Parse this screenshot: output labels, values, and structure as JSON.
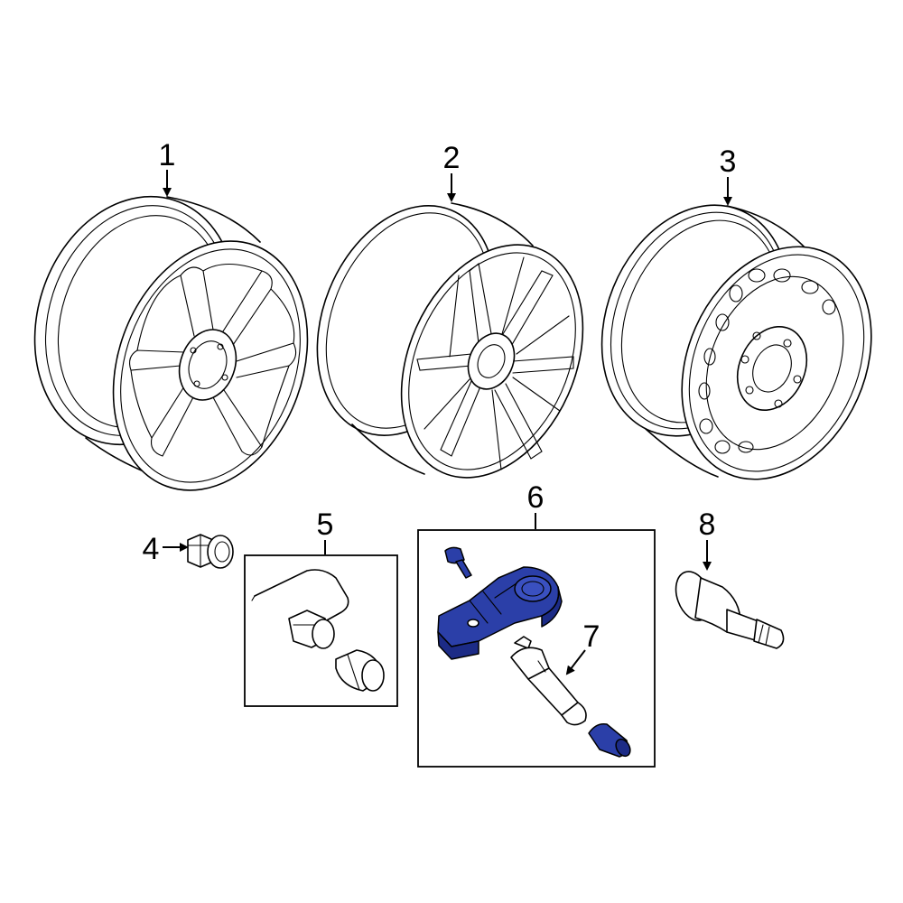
{
  "diagram": {
    "callouts": [
      {
        "id": "1",
        "label": "1"
      },
      {
        "id": "2",
        "label": "2"
      },
      {
        "id": "3",
        "label": "3"
      },
      {
        "id": "4",
        "label": "4"
      },
      {
        "id": "5",
        "label": "5"
      },
      {
        "id": "6",
        "label": "6"
      },
      {
        "id": "7",
        "label": "7"
      },
      {
        "id": "8",
        "label": "8"
      }
    ],
    "colors": {
      "line": "#000000",
      "background": "#ffffff",
      "highlight": "#2b3fa8",
      "highlight_dark": "#1c2b86"
    }
  }
}
